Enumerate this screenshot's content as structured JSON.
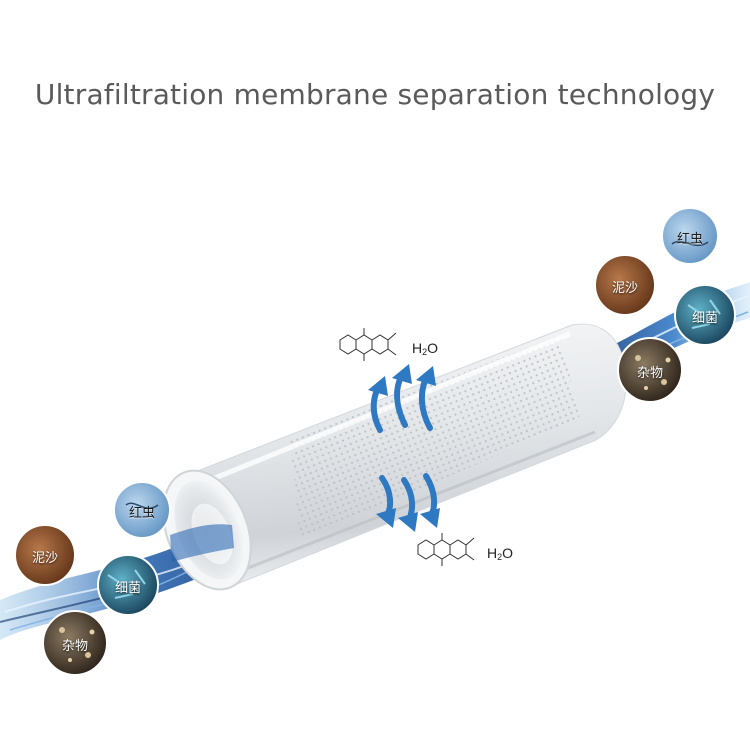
{
  "title": "Ultrafiltration membrane separation technology",
  "labels": {
    "worm": "红虫",
    "sand": "泥沙",
    "bacteria": "细菌",
    "impurity": "杂物"
  },
  "molecule": {
    "water": "H2O",
    "water_main": "H",
    "water_sub": "2",
    "water_end": "O"
  },
  "colors": {
    "arrow": "#2f78c2",
    "water": "#1e5fb0",
    "tube": "#e9ecef"
  }
}
